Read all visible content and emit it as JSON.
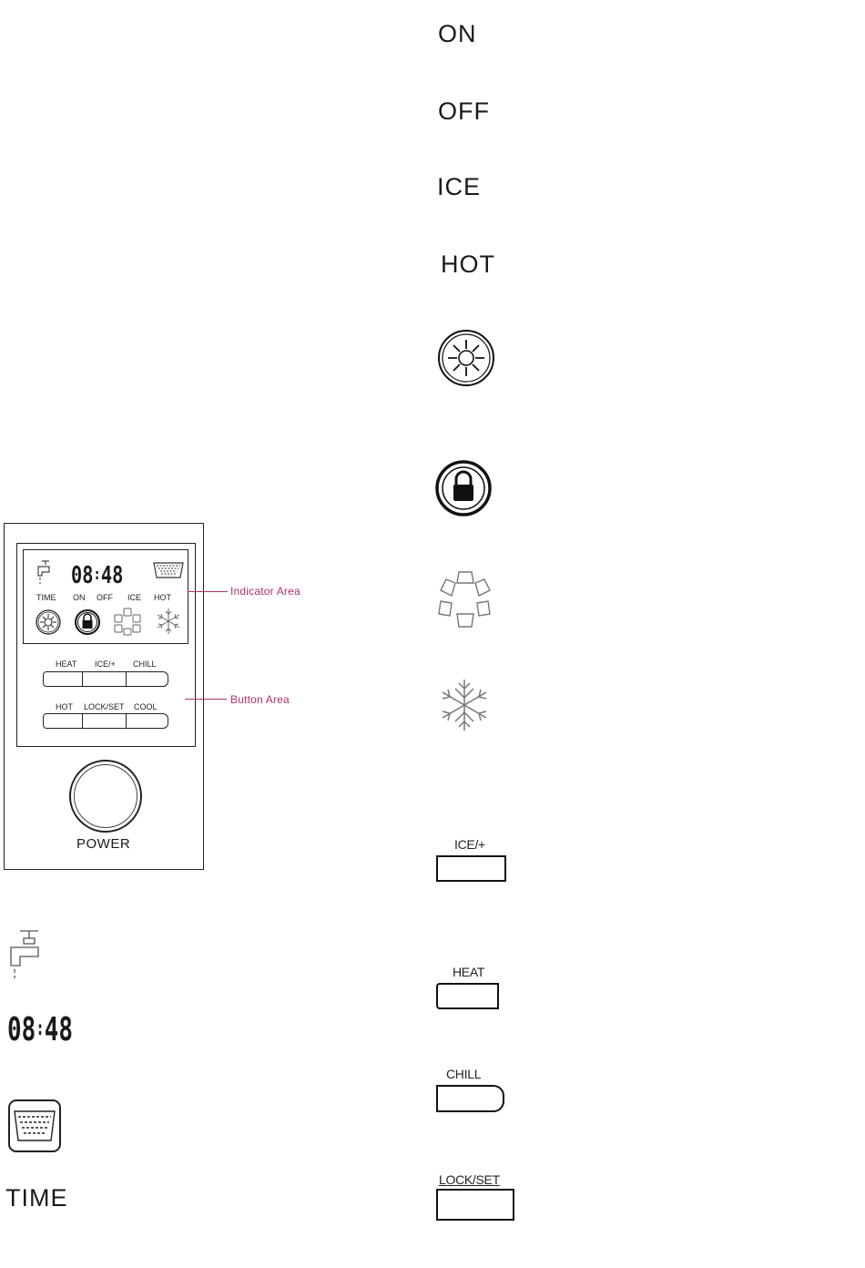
{
  "panel": {
    "display": {
      "time": {
        "hours": "08",
        "sep": ":",
        "minutes": "48"
      },
      "indicators": [
        "TIME",
        "ON",
        "OFF",
        "ICE",
        "HOT"
      ]
    },
    "buttons_top": [
      "HEAT",
      "ICE/+",
      "CHILL"
    ],
    "buttons_bottom": [
      "HOT",
      "LOCK/SET",
      "COOL"
    ],
    "power_label": "POWER"
  },
  "callouts": {
    "indicator_area": "Indicator Area",
    "button_area": "Button Area"
  },
  "legend_left": {
    "faucet_icon": "faucet-icon",
    "time": {
      "hours": "08",
      "sep": ":",
      "minutes": "48"
    },
    "display_icon": "display-grid-icon",
    "time_label": "TIME"
  },
  "legend_right": {
    "labels": {
      "on": "ON",
      "off": "OFF",
      "ice": "ICE",
      "hot": "HOT"
    },
    "icons": [
      "sun-icon",
      "lock-icon",
      "ice-cubes-icon",
      "snowflake-icon"
    ],
    "buttons": {
      "ice_plus": "ICE/+",
      "heat": "HEAT",
      "chill": "CHILL",
      "lock_set": "LOCK/SET"
    }
  },
  "colors": {
    "callout": "#b0306e",
    "ink": "#1a1a1a"
  }
}
